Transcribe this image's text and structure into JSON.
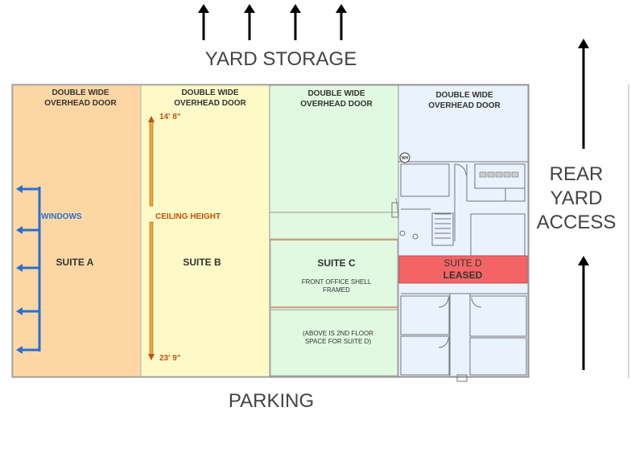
{
  "labels": {
    "top": "YARD STORAGE",
    "bottom": "PARKING",
    "right_line1": "REAR",
    "right_line2": "YARD",
    "right_line3": "ACCESS"
  },
  "door_line1": "DOUBLE WIDE",
  "door_line2": "OVERHEAD DOOR",
  "suites": {
    "a": {
      "name": "SUITE A",
      "windows": "WINDOWS"
    },
    "b": {
      "name": "SUITE B",
      "ceiling": "CEILING HEIGHT",
      "height_top": "14' 8\"",
      "height_bottom": "23' 9\""
    },
    "c": {
      "name": "SUITE C",
      "note1": "FRONT OFFICE SHELL",
      "note2": "FRAMED",
      "note3": "(ABOVE IS 2ND FLOOR",
      "note4": "SPACE FOR SUITE D)"
    },
    "d": {
      "name": "SUITE D",
      "status": "LEASED",
      "wh_tag": "WH"
    }
  },
  "colors": {
    "suite_a": "#fdd7a3",
    "suite_b": "#fdfac8",
    "suite_c": "#e1f9e0",
    "suite_d": "#e9f2fd",
    "leased": "#f46464",
    "windows": "#2a6fd0",
    "ceiling": "#c8500a",
    "ceiling_line": "#e8a83a"
  }
}
